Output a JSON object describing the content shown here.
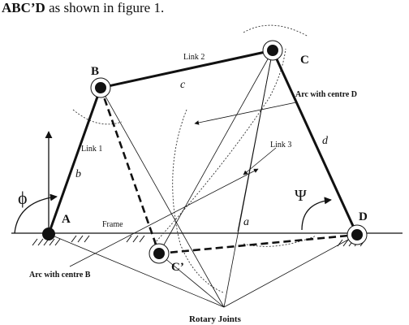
{
  "intro": {
    "bold": "ABC’D",
    "rest": " as shown in figure 1."
  },
  "labels": {
    "A": "A",
    "B": "B",
    "C": "C",
    "C_prime": "C’",
    "D": "D",
    "link1": "Link 1",
    "link2": "Link 2",
    "link3": "Link 3",
    "b": "b",
    "c": "c",
    "d": "d",
    "a": "a",
    "frame": "Frame",
    "phi": "ϕ",
    "psi": "Ψ",
    "arc_d": "Arc with centre D",
    "arc_b": "Arc with centre B",
    "rotary": "Rotary Joints"
  }
}
